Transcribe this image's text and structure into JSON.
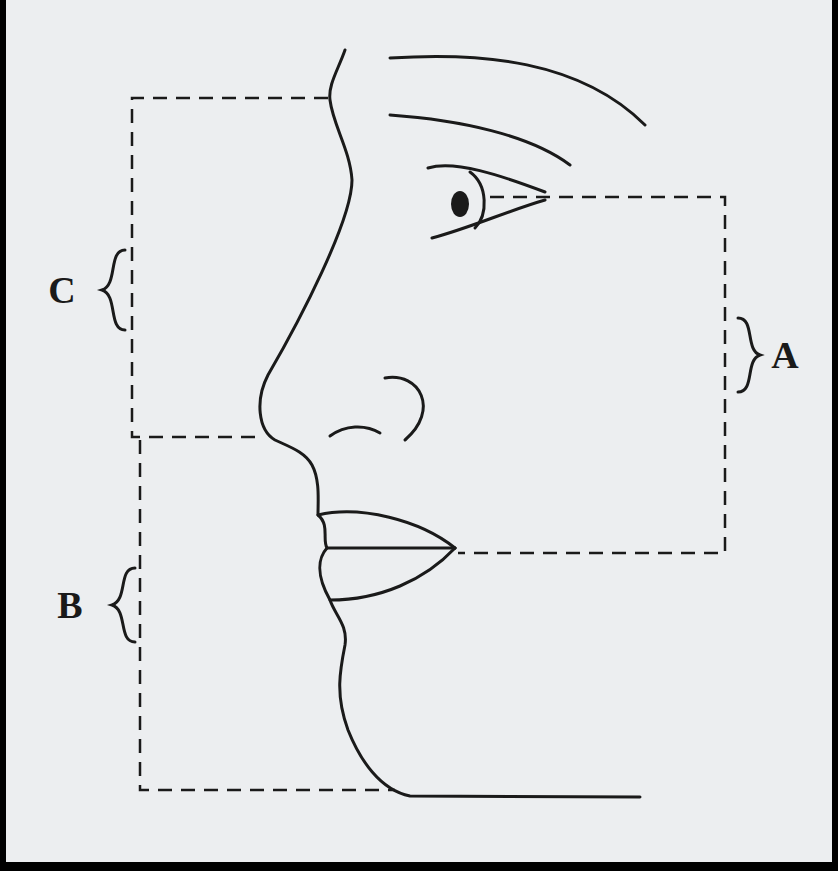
{
  "diagram": {
    "labels": [
      "C",
      "A",
      "B"
    ]
  }
}
